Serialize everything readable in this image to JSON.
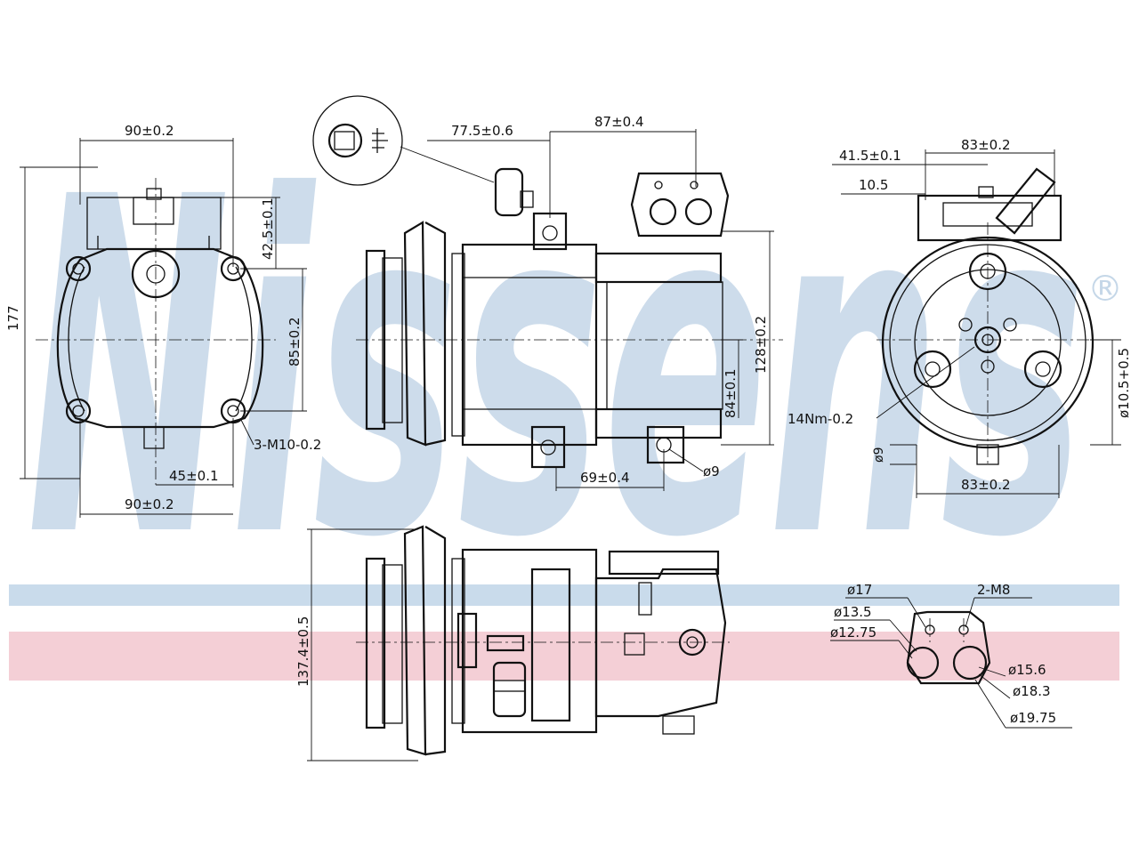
{
  "watermark": {
    "text": "Nissens",
    "trademark": "®",
    "colors": {
      "letters": "#c5d7e8",
      "blue_band": "#c9dbeb",
      "red_band": "#f4cfd6"
    }
  },
  "dimensions": {
    "front_view": {
      "top_width": "90±0.2",
      "height_total": "177",
      "mount_offset": "42.5±0.1",
      "hole_spacing": "85±0.2",
      "thread": "3-M10-0.2",
      "half_width": "45±0.1",
      "bottom_width": "90±0.2"
    },
    "side_view": {
      "port_distance": "77.5±0.6",
      "top_span": "87±0.4",
      "height": "128±0.2",
      "inner_height": "84±0.1",
      "bottom_span": "69±0.4",
      "hole_dia": "ø9"
    },
    "end_view": {
      "offset": "41.5±0.1",
      "top_span": "83±0.2",
      "small": "10.5",
      "torque": "14Nm-0.2",
      "bore": "ø10.5+0.5",
      "hole": "ø9",
      "bottom_span": "83±0.2"
    },
    "bottom_view": {
      "height": "137.4±0.5"
    },
    "port_detail": {
      "d17": "ø17",
      "d13_5": "ø13.5",
      "d12_75": "ø12.75",
      "thread": "2-M8",
      "d15_6": "ø15.6",
      "d18_3": "ø18.3",
      "d19_75": "ø19.75"
    }
  }
}
